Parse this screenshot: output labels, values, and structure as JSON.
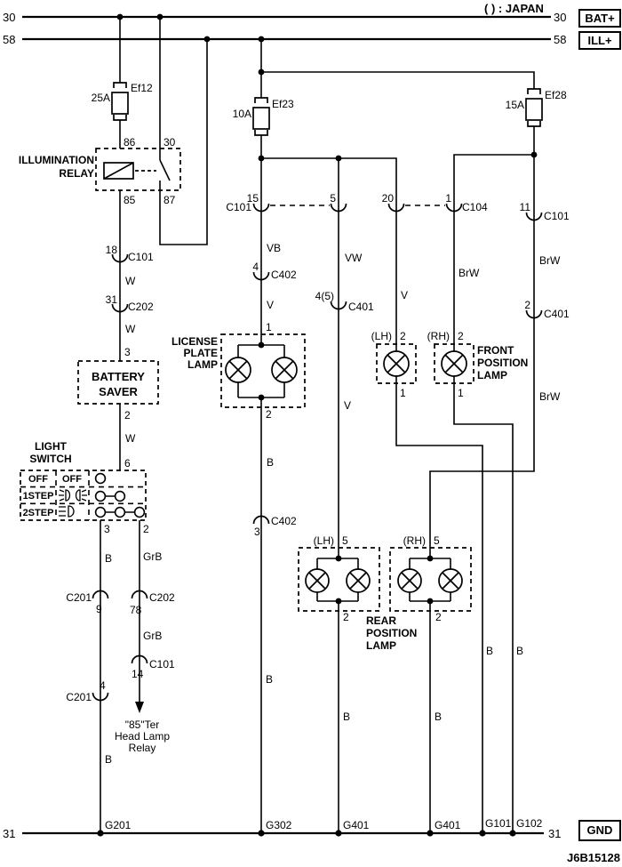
{
  "note_japan": "( ) : JAPAN",
  "doc_id": "J6B15128",
  "bus": {
    "bat": {
      "left_num": "30",
      "right_num": "30",
      "tag": "BAT+"
    },
    "ill": {
      "left_num": "58",
      "right_num": "58",
      "tag": "ILL+"
    },
    "gnd": {
      "left_num": "31",
      "right_num": "31",
      "tag": "GND"
    }
  },
  "fuses": {
    "ef12": {
      "name": "Ef12",
      "rating": "25A"
    },
    "ef23": {
      "name": "Ef23",
      "rating": "10A"
    },
    "ef28": {
      "name": "Ef28",
      "rating": "15A"
    }
  },
  "relay": {
    "title1": "ILLUMINATION",
    "title2": "RELAY",
    "pin86": "86",
    "pin30": "30",
    "pin85": "85",
    "pin87": "87"
  },
  "battery_saver": {
    "title1": "BATTERY",
    "title2": "SAVER",
    "pin_in": "3",
    "pin_out": "2"
  },
  "light_switch": {
    "title1": "LIGHT",
    "title2": "SWITCH",
    "row1_label": "OFF",
    "row1_value": "OFF",
    "row2_label": "1STEP",
    "row3_label": "2STEP",
    "pin_in": "6",
    "pin_out_left": "3",
    "pin_out_right": "2"
  },
  "connectors": {
    "c101_18": {
      "pin": "18",
      "name": "C101"
    },
    "c202_31": {
      "pin": "31",
      "name": "C202"
    },
    "c101_15": {
      "pin": "15",
      "name": "C101"
    },
    "c101_5": {
      "pin": "5"
    },
    "c101_20": {
      "pin": "20"
    },
    "c104_1": {
      "pin": "1",
      "name": "C104"
    },
    "c101_11": {
      "pin": "11",
      "name": "C101"
    },
    "c402_4": {
      "pin": "4",
      "name": "C402"
    },
    "c401_45": {
      "pin": "4(5)",
      "name": "C401"
    },
    "c401_2": {
      "pin": "2",
      "name": "C401"
    },
    "c201_9": {
      "pin": "9",
      "name": "C201"
    },
    "c202_78": {
      "pin": "78",
      "name": "C202"
    },
    "c101_14": {
      "pin": "14",
      "name": "C101"
    },
    "c201_4": {
      "pin": "4",
      "name": "C201"
    },
    "c402_3": {
      "pin": "3",
      "name": "C402"
    }
  },
  "wires": {
    "w1": "W",
    "w2": "W",
    "w3": "W",
    "b1": "B",
    "b2": "B",
    "b3": "B",
    "b4": "B",
    "b5": "B",
    "b6": "B",
    "b7": "B",
    "b8": "B",
    "grb1": "GrB",
    "grb2": "GrB",
    "vb": "VB",
    "v1": "V",
    "v2": "V",
    "v3": "V",
    "vw": "VW",
    "brw1": "BrW",
    "brw2": "BrW",
    "brw3": "BrW"
  },
  "lamps": {
    "license": {
      "title1": "LICENSE",
      "title2": "PLATE",
      "title3": "LAMP",
      "pin_in": "1",
      "pin_out": "2"
    },
    "front": {
      "title1": "FRONT",
      "title2": "POSITION",
      "title3": "LAMP",
      "lh": "(LH)",
      "rh": "(RH)",
      "pin_in": "2",
      "pin_out": "1"
    },
    "rear": {
      "title1": "REAR",
      "title2": "POSITION",
      "title3": "LAMP",
      "lh": "(LH)",
      "rh": "(RH)",
      "pin_in": "5",
      "pin_out": "2"
    }
  },
  "head_lamp_relay_ref": {
    "line1": "\"85\"Ter",
    "line2": "Head Lamp",
    "line3": "Relay"
  },
  "grounds": {
    "g201": "G201",
    "g302": "G302",
    "g401a": "G401",
    "g401b": "G401",
    "g101": "G101",
    "g102": "G102"
  }
}
